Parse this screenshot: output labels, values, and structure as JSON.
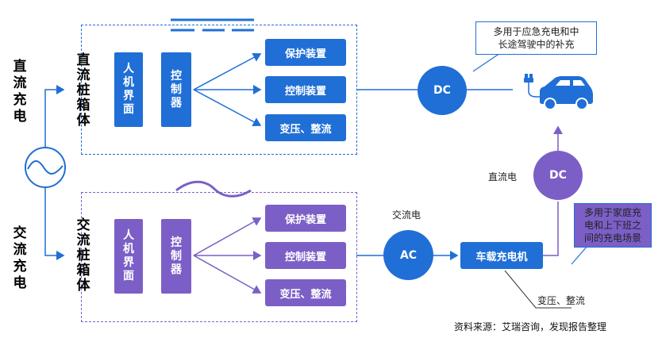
{
  "left_labels": {
    "dc": "直流充电",
    "ac": "交流充电"
  },
  "dc_box": {
    "title": "直流桩箱体",
    "hmi": "人机界面",
    "controller": "控制器",
    "modules": [
      "保护装置",
      "控制装置",
      "变压、整流"
    ]
  },
  "ac_box": {
    "title": "交流桩箱体",
    "hmi": "人机界面",
    "controller": "控制器",
    "modules": [
      "保护装置",
      "控制装置",
      "变压、整流"
    ]
  },
  "nodes": {
    "dc_main": "DC",
    "ac_main": "AC",
    "dc_small": "DC",
    "onboard_charger": "车载充电机"
  },
  "notes": {
    "ac_power": "交流电",
    "dc_power": "直流电",
    "transform": "变压、整流"
  },
  "callouts": {
    "dc": [
      "多用于应急充电和中",
      "长途驾驶中的补充"
    ],
    "ac": [
      "多用于家庭充",
      "电和上下班之",
      "间的充电场景"
    ]
  },
  "source": "资料来源：艾瑞咨询，发现报告整理",
  "colors": {
    "blue": "#1f6fd6",
    "purple": "#7b5fc6"
  }
}
